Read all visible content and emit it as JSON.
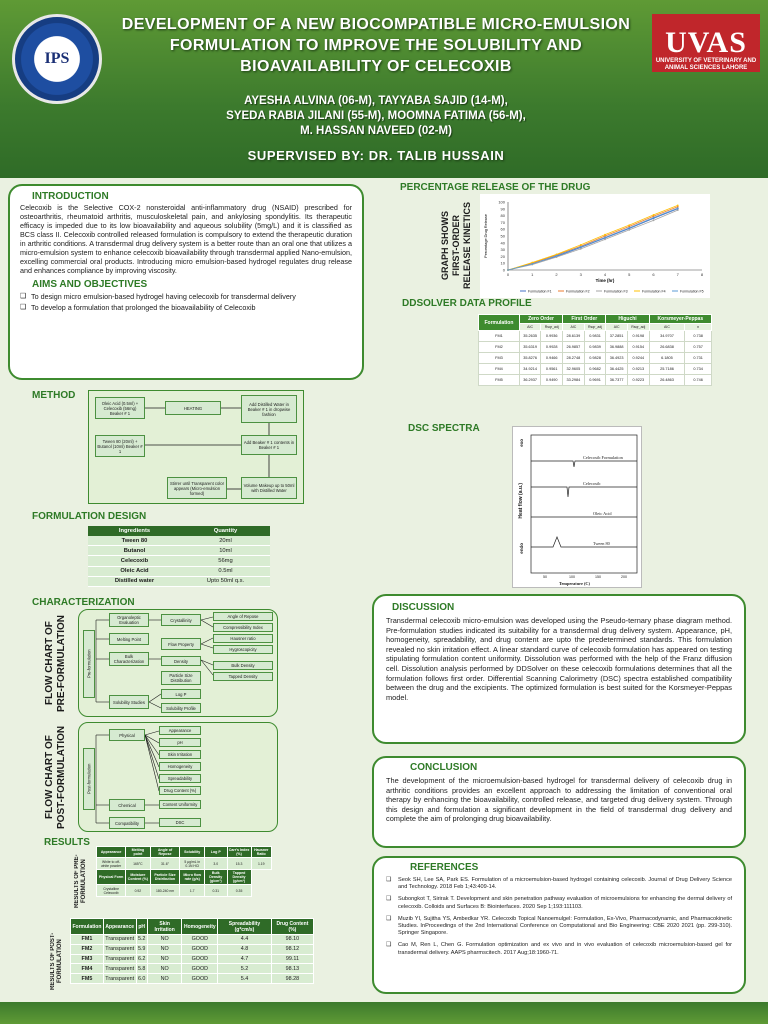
{
  "header": {
    "title": "DEVELOPMENT OF A NEW BIOCOMPATIBLE MICRO-EMULSION FORMULATION TO IMPROVE THE SOLUBILITY AND BIOAVAILABILITY OF CELECOXIB",
    "authors": [
      "AYESHA ALVINA (06-M), TAYYABA SAJID (14-M),",
      "SYEDA RABIA JILANI (55-M), MOOMNA FATIMA (56-M),",
      "M. HASSAN NAVEED (02-M)"
    ],
    "supervisor": "SUPERVISED BY: DR. TALIB HUSSAIN",
    "left_logo_text": "IPS",
    "right_logo_text": "UVAS",
    "right_logo_subtitle": "UNIVERSITY OF VETERINARY AND ANIMAL SCIENCES LAHORE"
  },
  "introduction": {
    "heading": "INTRODUCTION",
    "text": "Celecoxib is the Selective COX-2 nonsteroidal anti-inflammatory drug (NSAID) prescribed for osteoarthritis, rheumatoid arthritis, musculoskeletal pain, and ankylosing spondylitis. Its therapeutic efficacy is impeded due to its low bioavailability and aqueous solubility (5mg/L) and it is classified as BCS class II. Celecoxib controlled released formulation is compulsory to extend the therapeutic duration in arthritic conditions. A transdermal drug delivery system is a better route than an oral one that utilizes a micro-emulsion system to enhance celecoxib bioavailability through transdermal applied Nano-emulsion, excelling commercial oral products. Introducing micro emulsion-based hydrogel regulates drug release and enhances compliance by improving viscosity.",
    "aims_heading": "AIMS AND OBJECTIVES",
    "aims": [
      "To design micro emulsion-based hydrogel having celecoxib for transdermal delivery",
      "To develop a formulation that prolonged the bioavailability of Celecoxib"
    ]
  },
  "method": {
    "heading": "METHOD",
    "nodes": [
      "Oleic Acid (0.5ml) + Celecoxib (56mg) Beaker # 1",
      "HEATING",
      "Add Distilled Water in Beaker # 1 in dropwise fashion",
      "Tween 80 (20ml) + Butanol (10ml) Beaker # 1",
      "Add Beaker # 1 contents in Beaker # 1",
      "Stirrer until Transparent color appears (Micro-emulsion formed)",
      "Volume Makeup up to 50ml with Distilled Water"
    ]
  },
  "formulation_design": {
    "heading": "FORMULATION DESIGN",
    "columns": [
      "Ingredients",
      "Quantity"
    ],
    "rows": [
      [
        "Tween 80",
        "20ml"
      ],
      [
        "Butanol",
        "10ml"
      ],
      [
        "Celecoxib",
        "56mg"
      ],
      [
        "Oleic Acid",
        "0.5ml"
      ],
      [
        "Distilled water",
        "Upto 50ml q.s."
      ]
    ]
  },
  "characterization": {
    "heading": "CHARACTERIZATION",
    "pre_label": "FLOW CHART OF PRE-FORMULATION",
    "post_label": "FLOW CHART OF POST-FORMULATION",
    "pre_root": "Pre-formulation",
    "pre_level1": [
      "Organoleptic Evaluation",
      "Melting Point",
      "Bulk Characterization",
      "Solubility Studies"
    ],
    "pre_level2": [
      "Crystallinity",
      "Flow Property",
      "Density",
      "Particle Size Distribution",
      "Log P",
      "Solubility Profile"
    ],
    "pre_level3": [
      "Angle of Repose",
      "Compressibility Index",
      "Hausner ratio",
      "Hygroscopicity",
      "Bulk Density",
      "Tapped Density"
    ],
    "post_root": "Post-formulation",
    "post_level1": [
      "Physical",
      "Chemical",
      "Compatibility"
    ],
    "post_level2": [
      "Appearance",
      "pH",
      "Skin Irritation",
      "Homogeneity",
      "Spreadability",
      "Drug Content (%)",
      "Content Uniformity",
      "DSC"
    ]
  },
  "results": {
    "heading": "RESULTS",
    "pre_label": "RESULTS OF PRE-FORMULATION",
    "post_label": "RESULTS OF POST-FORMULATION",
    "pre_table": {
      "header1": [
        "Appearance",
        "Melting point",
        "Angle of Repose",
        "Solubility",
        "Log P",
        "Carr's Index (%)",
        "Hausner Ratio"
      ],
      "row1": [
        "White to off-white powder",
        "165°C",
        "31.6°",
        "5 µg/mL in 0.1N HCl",
        "3.0",
        "15.3",
        "1.19"
      ],
      "header2": [
        "Physical Form",
        "Moisture Content (%)",
        "Particle Size Distribution",
        "Micro flow rate (g/s)",
        "Bulk Density (g/cm³)",
        "Tapped Density (g/cm³)"
      ],
      "row2": [
        "Crystalline Celecoxib",
        "0.92",
        "180-240 nm",
        "1.7",
        "0.31",
        "0.35"
      ]
    },
    "post_table": {
      "columns": [
        "Formulation",
        "Appearance",
        "pH",
        "Skin Irritation",
        "Homogeneity",
        "Spreadability (g*cm/s)",
        "Drug Content (%)"
      ],
      "rows": [
        [
          "FM1",
          "Transparent",
          "5.2",
          "NO",
          "GOOD",
          "4.4",
          "98.10"
        ],
        [
          "FM2",
          "Transparent",
          "5.9",
          "NO",
          "GOOD",
          "4.8",
          "98.12"
        ],
        [
          "FM3",
          "Transparent",
          "6.2",
          "NO",
          "GOOD",
          "4.7",
          "99.11"
        ],
        [
          "FM4",
          "Transparent",
          "5.8",
          "NO",
          "GOOD",
          "5.2",
          "98.13"
        ],
        [
          "FM5",
          "Transparent",
          "6.0",
          "NO",
          "GOOD",
          "5.4",
          "98.28"
        ]
      ]
    }
  },
  "percentage_release": {
    "heading": "PERCENTAGE RELEASE OF THE DRUG",
    "side_label": "GRAPH SHOWS FIRST-ORDER RELEASE KINETICS"
  },
  "chart_data": {
    "type": "line",
    "title": "",
    "xlabel": "Time (hr)",
    "ylabel": "Percentage Drug Release",
    "x": [
      0,
      1,
      2,
      3,
      4,
      5,
      6,
      7
    ],
    "ylim": [
      0,
      100
    ],
    "xlim": [
      0,
      8
    ],
    "grid": false,
    "legend_position": "bottom",
    "series": [
      {
        "name": "Formulation F1",
        "color": "#4472c4",
        "values": [
          0,
          9,
          20,
          33,
          47,
          61,
          76,
          90
        ]
      },
      {
        "name": "Formulation F2",
        "color": "#ed7d31",
        "values": [
          0,
          10,
          22,
          35,
          50,
          64,
          79,
          93
        ]
      },
      {
        "name": "Formulation F3",
        "color": "#a5a5a5",
        "values": [
          0,
          8,
          19,
          31,
          45,
          59,
          73,
          88
        ]
      },
      {
        "name": "Formulation F4",
        "color": "#ffc000",
        "values": [
          0,
          11,
          23,
          37,
          52,
          66,
          81,
          95
        ]
      },
      {
        "name": "Formulation F5",
        "color": "#5b9bd5",
        "values": [
          0,
          9,
          21,
          34,
          48,
          62,
          77,
          91
        ]
      }
    ]
  },
  "ddsolver": {
    "heading": "DDSOLVER DATA PROFILE",
    "groups": [
      "Formulation",
      "Zero Order",
      "First Order",
      "Higuchi",
      "Korsmeyer-Peppas"
    ],
    "subheaders": [
      "AIC",
      "Rsqr_adj",
      "AIC",
      "Rsqr_adj",
      "AIC",
      "Rsqr_adj",
      "AIC",
      "n"
    ],
    "rows": [
      [
        "FM1",
        "35.2635",
        "0.9936",
        "28.6139",
        "0.9831",
        "37.2851",
        "0.9198",
        "34.9707",
        "0.738"
      ],
      [
        "FM2",
        "35.6319",
        "0.9928",
        "26.9857",
        "0.9839",
        "36.9888",
        "0.9154",
        "26.6838",
        "0.757"
      ],
      [
        "FM3",
        "35.8276",
        "0.9466",
        "28.2748",
        "0.9828",
        "36.4923",
        "0.9244",
        "6.1805",
        "0.731"
      ],
      [
        "FM4",
        "34.9214",
        "0.9561",
        "32.9605",
        "0.9682",
        "36.4425",
        "0.9213",
        "25.7186",
        "0.734"
      ],
      [
        "FM5",
        "36.2937",
        "0.9490",
        "33.2984",
        "0.9691",
        "36.7377",
        "0.9223",
        "26.4863",
        "0.746"
      ]
    ]
  },
  "dsc": {
    "heading": "DSC SPECTRA",
    "ylabel": "Heat flow (a.u.)",
    "xlabel": "Temperature (C)",
    "exo": "exo",
    "endo": "endo",
    "curves": [
      "Celecoxib Formulation",
      "Celecoxib",
      "Oleic Acid",
      "Tween 80"
    ],
    "ticks": [
      "50",
      "100",
      "150",
      "200"
    ]
  },
  "discussion": {
    "heading": "DISCUSSION",
    "text": "Transdermal celecoxib micro-emulsion was developed using the Pseudo-ternary phase diagram method. Pre-formulation studies indicated its suitability for a transdermal drug delivery system. Appearance, pH, homogeneity, spreadability, and drug content are upto the predetermined standards. This formulation revealed no skin irritation effect. A linear standard curve of celecoxib formulation has appeared on testing stipulating formulation content uniformity. Dissolution was performed with the help of the Franz diffusion cell. Dissolution analysis performed by DDSolver on these celecoxib formulations determines that all the formulation follows first order. Differential Scanning Calorimetry (DSC) spectra established compatibility between the drug and the excipients. The optimized formulation is best suited for the Korsmeyer-Peppas model."
  },
  "conclusion": {
    "heading": "CONCLUSION",
    "text": "The development of the microemulsion-based hydrogel for transdermal delivery of celecoxib drug in arthritic conditions provides an excellent approach to addressing the limitation of conventional oral therapy by enhancing the bioavailability, controlled release, and targeted drug delivery system. Through this design and formulation a significant development in the field of transdermal drug delivery and complete the aim of prolonging drug bioavailability."
  },
  "references": {
    "heading": "REFERENCES",
    "items": [
      "Seok SH, Lee SA, Park ES. Formulation of a microemulsion-based hydrogel containing celecoxib. Journal of Drug Delivery Science and Technology. 2018 Feb 1;43:409-14.",
      "Subongkot T, Sirirak T. Development and skin penetration pathway evaluation of microemulsions for enhancing the dermal delivery of celecoxib. Colloids and Surfaces B: Biointerfaces. 2020 Sep 1;193:111103.",
      "Muzib YI, Sujitha YS, Ambedkar YR. Celecoxib Topical Nanoemulgel: Formulation, Ex-Vivo, Pharmacodynamic, and Pharmacokinetic Studies. InProceedings of the 2nd International Conference on Computational and Bio Engineering: CBE 2020 2021 (pp. 299-310). Springer Singapore.",
      "Cao M, Ren L, Chen G. Formulation optimization and ex vivo and in vivo evaluation of celecoxib microemulsion-based gel for transdermal delivery. AAPS pharmscitech. 2017 Aug;18:1960-71."
    ]
  }
}
